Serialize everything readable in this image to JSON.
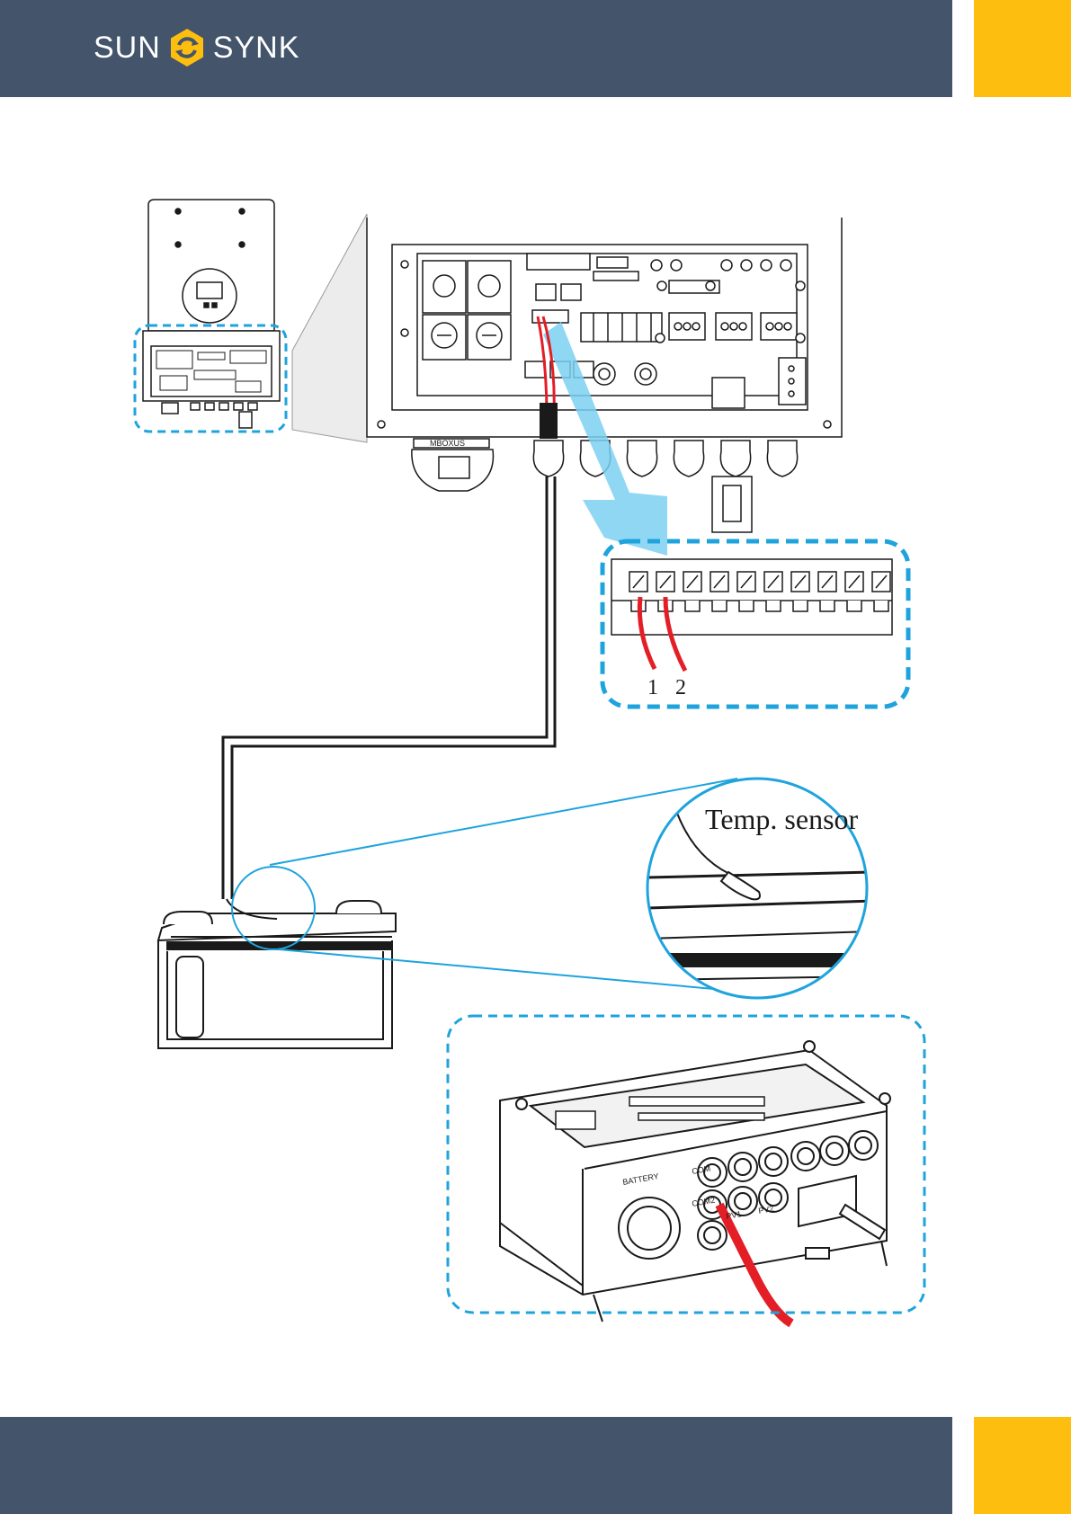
{
  "header": {
    "brand_left": "SUN",
    "brand_right": "SYNK",
    "colors": {
      "band": "#43546b",
      "accent": "#fdbe10",
      "highlight": "#1fa3dd",
      "wire": "#e41e26"
    }
  },
  "diagram": {
    "terminal_labels": [
      "1",
      "2"
    ],
    "sensor_label": "Temp. sensor",
    "port_labels": {
      "mbox": "MBOXUS",
      "battery": "BATTERY",
      "com": "COM",
      "com2": "COM2",
      "pv1": "PV1",
      "pv2": "PV2"
    }
  }
}
